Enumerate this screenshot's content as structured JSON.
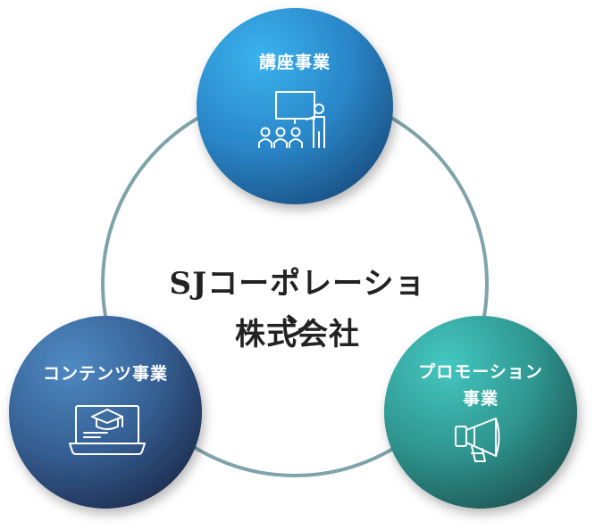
{
  "center": {
    "line1": "SJコーポレーション",
    "line2": "株式会社"
  },
  "nodes": {
    "top": {
      "label": "講座事業",
      "icon": "presentation-icon"
    },
    "left": {
      "label": "コンテンツ事業",
      "icon": "laptop-graduation-cap-icon"
    },
    "right": {
      "label_line1": "プロモーション",
      "label_line2": "事業",
      "icon": "megaphone-icon"
    }
  },
  "colors": {
    "ring": "#7fa3ab",
    "top_gradient": [
      "#36a9e6",
      "#1a4f82"
    ],
    "left_gradient": [
      "#4d86be",
      "#1e2f52"
    ],
    "right_gradient": [
      "#3ec2bc",
      "#1f5655"
    ]
  }
}
